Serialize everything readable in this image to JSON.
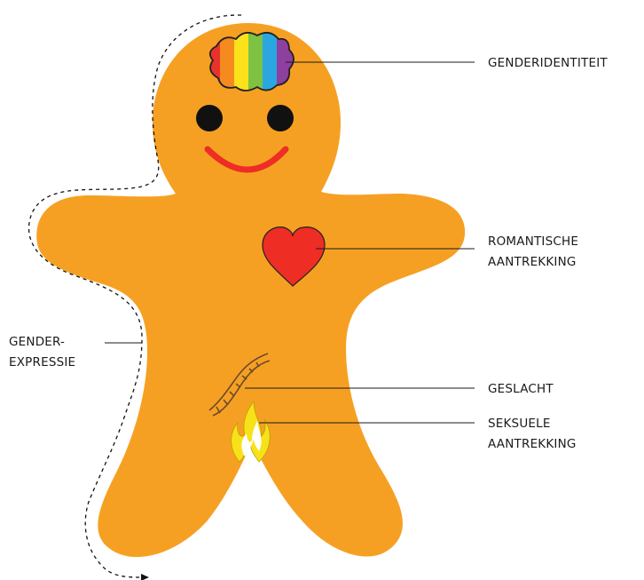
{
  "labels": {
    "gender_identity": "GENDERIDENTITEIT",
    "romantic_attraction_line1": "ROMANTISCHE",
    "romantic_attraction_line2": "AANTREKKING",
    "gender_expression_line1": "GENDER-",
    "gender_expression_line2": "EXPRESSIE",
    "sex": "GESLACHT",
    "sexual_attraction_line1": "SEKSUELE",
    "sexual_attraction_line2": "AANTREKKING"
  },
  "colors": {
    "body": "#F6A023",
    "heart": "#EE2D24",
    "smile": "#EE2D24",
    "eyes": "#111111",
    "rainbow": [
      "#E8322C",
      "#F58A1F",
      "#FBE21B",
      "#7DC242",
      "#2AA7E0",
      "#8E3FA0"
    ],
    "flame_outer": "#F7E21A",
    "flame_inner": "#FFFFFF",
    "dna": "#6B4A2A",
    "leader_line": "#1a1a1a"
  },
  "icons": {
    "brain": "rainbow-brain-icon",
    "heart": "heart-icon",
    "dna": "dna-icon",
    "flame": "flame-icon"
  }
}
